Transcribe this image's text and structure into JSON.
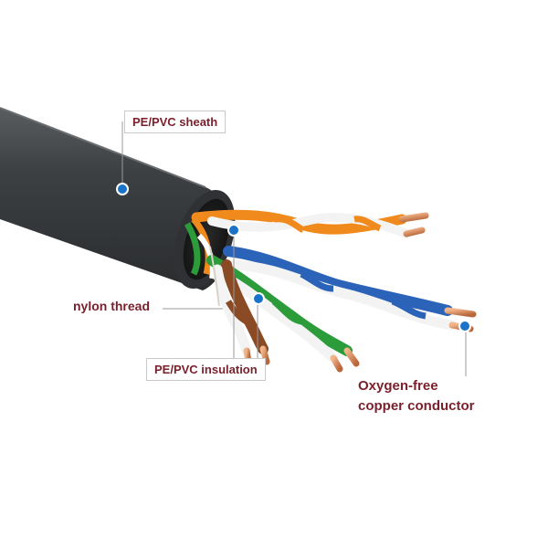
{
  "labels": {
    "sheath": "PE/PVC sheath",
    "nylon": "nylon thread",
    "insulation": "PE/PVC insulation",
    "conductor_line1": "Oxygen-free",
    "conductor_line2": "copper conductor"
  },
  "colors": {
    "label_text": "#7a1f2b",
    "marker_fill": "#1a73c8",
    "sheath": "#3c3f42",
    "orange": "#f08a1c",
    "blue": "#2b63b8",
    "green": "#2c9b3a",
    "brown": "#8a4b24",
    "copper": "#d98a55"
  }
}
